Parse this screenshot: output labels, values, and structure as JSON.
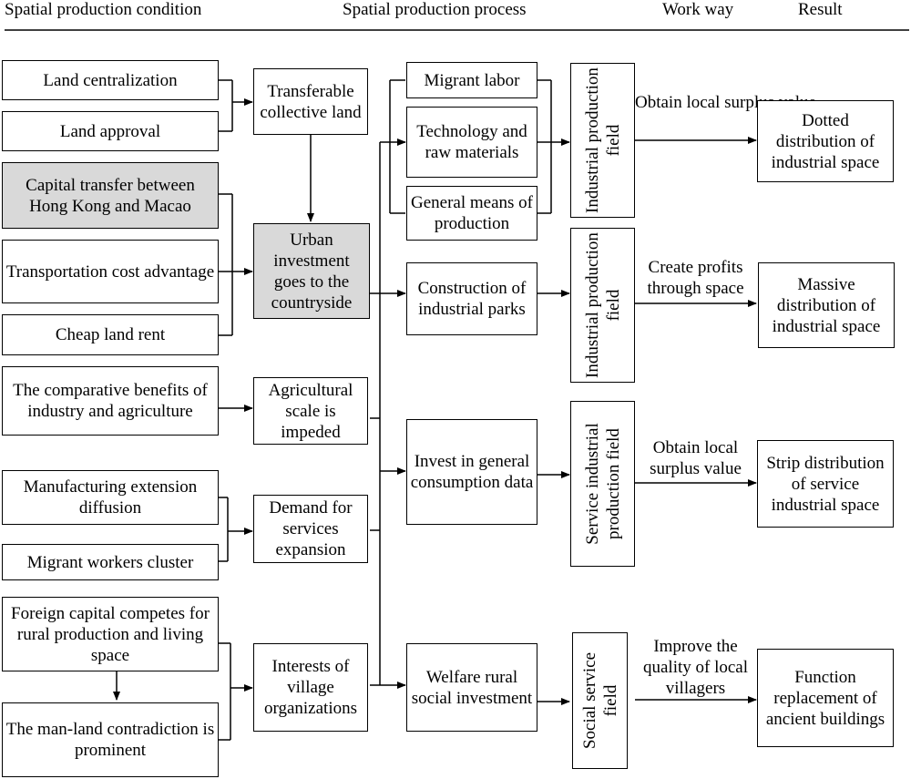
{
  "headers": {
    "condition": "Spatial production condition",
    "process": "Spatial production process",
    "work_way": "Work way",
    "result": "Result"
  },
  "conditions": {
    "land_centralization": "Land centralization",
    "land_approval": "Land approval",
    "capital_transfer": "Capital transfer between Hong Kong and Macao",
    "transport_cost": "Transportation cost advantage",
    "cheap_land_rent": "Cheap land rent",
    "comparative_benefits": "The comparative benefits of industry and agriculture",
    "manufacturing_extension": "Manufacturing extension diffusion",
    "migrant_cluster": "Migrant workers cluster",
    "foreign_capital": "Foreign capital competes for rural production and living space",
    "man_land": "The man-land contradiction is prominent"
  },
  "intermediates": {
    "transferable_land": "Transferable collective land",
    "urban_investment": "Urban investment goes to the countryside",
    "agricultural_scale": "Agricultural scale is impeded",
    "services_demand": "Demand for services expansion",
    "village_interests": "Interests of village organizations"
  },
  "processes": {
    "migrant_labor": "Migrant labor",
    "technology": "Technology and raw materials",
    "general_means": "General means of production",
    "industrial_parks": "Construction of industrial parks",
    "consumption": "Invest in general consumption data",
    "welfare": "Welfare rural social investment"
  },
  "fields": {
    "industrial_1": "Industrial production field",
    "industrial_2": "Industrial production field",
    "service_industrial": "Service industrial production field",
    "social_service": "Social service field"
  },
  "work_ways": {
    "surplus_1": "Obtain local surplus value",
    "profits": "Create profits through space",
    "surplus_2": "Obtain local surplus value",
    "quality": "Improve the quality of local villagers"
  },
  "results": {
    "dotted": "Dotted distribution of industrial space",
    "massive": "Massive distribution of industrial space",
    "strip": "Strip distribution of service industrial space",
    "function": "Function replacement of ancient buildings"
  }
}
